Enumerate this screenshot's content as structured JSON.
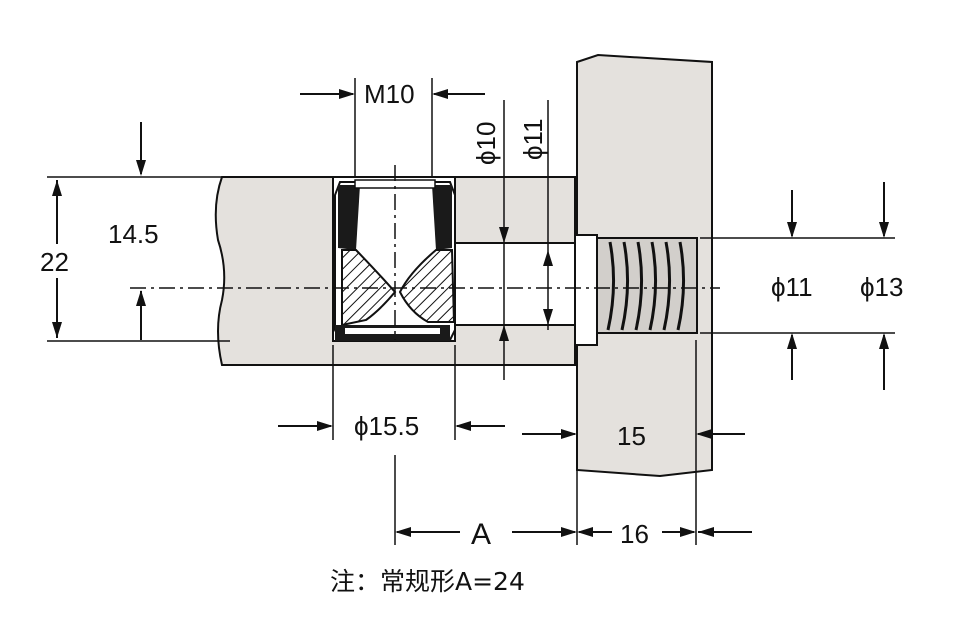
{
  "dimensions": {
    "m10": "M10",
    "phi10": "ϕ10",
    "phi11_top": "ϕ11",
    "d14_5": "14.5",
    "d22": "22",
    "phi15_5": "ϕ15.5",
    "phi11_right": "ϕ11",
    "phi13": "ϕ13",
    "d15": "15",
    "dA": "A",
    "d16": "16"
  },
  "note": "注：常规形A=24",
  "colors": {
    "panel": "#e4e1dd",
    "ink": "#111111"
  }
}
